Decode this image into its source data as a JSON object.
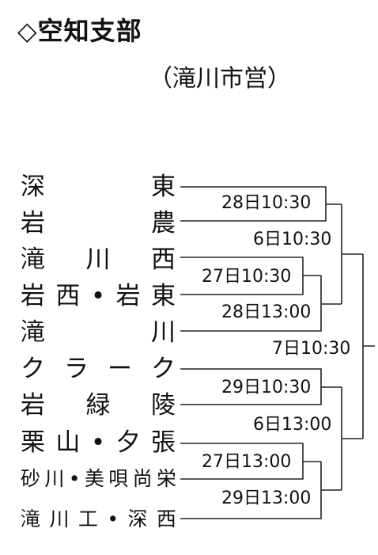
{
  "header": {
    "title": "◇空知支部",
    "venue": "（滝川市営）"
  },
  "teams": [
    {
      "chars": [
        "深",
        "東"
      ]
    },
    {
      "chars": [
        "岩",
        "農"
      ]
    },
    {
      "chars": [
        "滝",
        "川",
        "西"
      ]
    },
    {
      "chars": [
        "岩",
        "西",
        "•",
        "岩",
        "東"
      ]
    },
    {
      "chars": [
        "滝",
        "川"
      ]
    },
    {
      "chars": [
        "ク",
        "ラ",
        "ー",
        "ク"
      ]
    },
    {
      "chars": [
        "岩",
        "緑",
        "陵"
      ]
    },
    {
      "chars": [
        "栗",
        "山",
        "•",
        "夕",
        "張"
      ]
    },
    {
      "chars": [
        "砂",
        "川",
        "•",
        "美",
        "唄",
        "尚",
        "栄"
      ]
    },
    {
      "chars": [
        "滝",
        "川",
        "工",
        "•",
        "深",
        "西"
      ]
    }
  ],
  "matches": [
    {
      "label": "28日10:30"
    },
    {
      "label": "6日10:30"
    },
    {
      "label": "27日10:30"
    },
    {
      "label": "28日13:00"
    },
    {
      "label": "7日10:30"
    },
    {
      "label": "29日10:30"
    },
    {
      "label": "6日13:00"
    },
    {
      "label": "27日13:00"
    },
    {
      "label": "29日13:00"
    }
  ]
}
